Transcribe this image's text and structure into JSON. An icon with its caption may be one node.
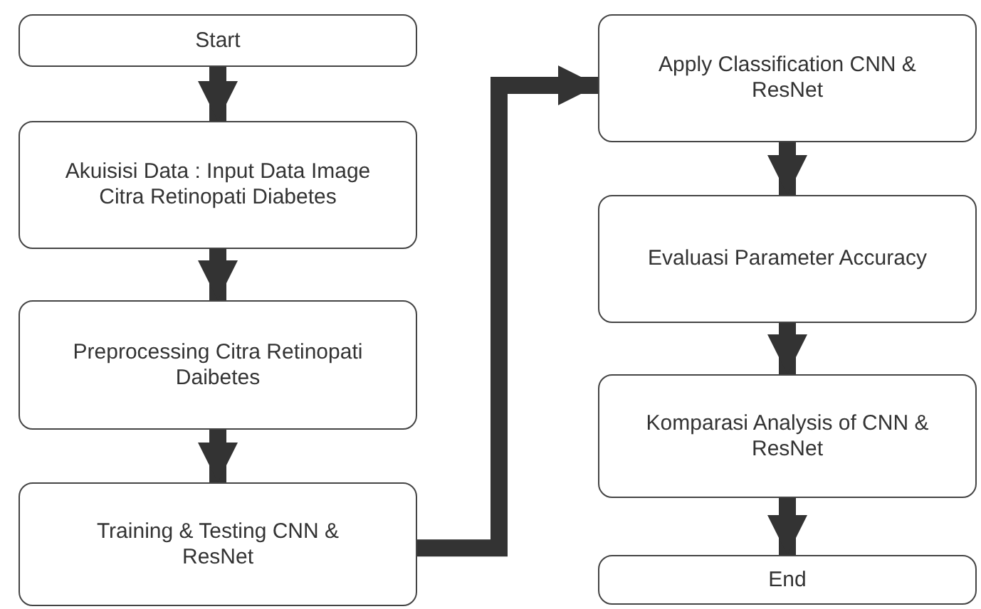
{
  "diagram": {
    "nodes": [
      {
        "text": [
          "Start"
        ]
      },
      {
        "text": [
          "Akuisisi Data : Input Data Image Citra Retinopati Diabetes"
        ]
      },
      {
        "text": [
          "Preprocessing Citra Retinopati Daibetes"
        ]
      },
      {
        "text": [
          "Training & Testing CNN & ResNet"
        ]
      },
      {
        "text": [
          "Apply Classification CNN & ResNet"
        ]
      },
      {
        "text": [
          "Evaluasi Parameter Accuracy"
        ]
      },
      {
        "text": [
          "Komparasi Analysis of CNN & ResNet"
        ]
      },
      {
        "text": [
          "End"
        ]
      }
    ],
    "edges": [
      {
        "from": 0,
        "to": 1,
        "arrow": "to"
      },
      {
        "from": 1,
        "to": 2,
        "arrow": "to"
      },
      {
        "from": 2,
        "to": 3,
        "arrow": "to"
      },
      {
        "from": 3,
        "to": 4,
        "arrow": "to"
      },
      {
        "from": 4,
        "to": 5,
        "arrow": "to"
      },
      {
        "from": 5,
        "to": 6,
        "arrow": "to"
      },
      {
        "from": 6,
        "to": 7,
        "arrow": "to"
      }
    ]
  }
}
